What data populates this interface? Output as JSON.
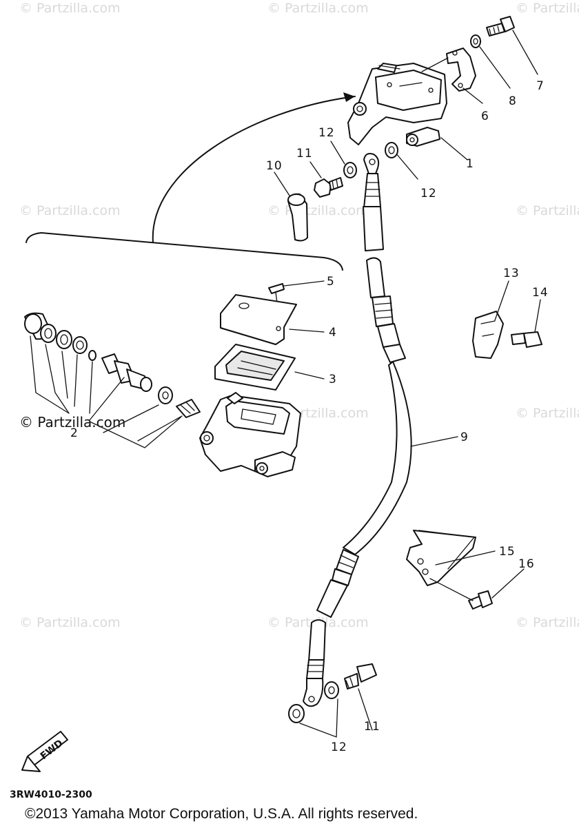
{
  "watermarks": [
    "© Partzilla.com",
    "© Partzilla.com",
    "© Partzilla.com",
    "© Partzilla.com",
    "© Partzilla.com",
    "© Partzilla.com",
    "© Partzilla.com",
    "© Partzilla.com",
    "© Partzilla.com",
    "© Partzilla.com",
    "© Partzilla.com",
    "© Partzilla.com"
  ],
  "callouts": {
    "c1": "1",
    "c2": "2",
    "c3": "3",
    "c4": "4",
    "c5": "5",
    "c6": "6",
    "c7": "7",
    "c8": "8",
    "c9": "9",
    "c10": "10",
    "c11a": "11",
    "c11b": "11",
    "c12a": "12",
    "c12b": "12",
    "c12c": "12",
    "c13": "13",
    "c14": "14",
    "c15": "15",
    "c16": "16"
  },
  "fwd_label": "FWD",
  "diagram_code": "3RW4010-2300",
  "copyright": "©2013 Yamaha Motor Corporation, U.S.A. All rights reserved."
}
